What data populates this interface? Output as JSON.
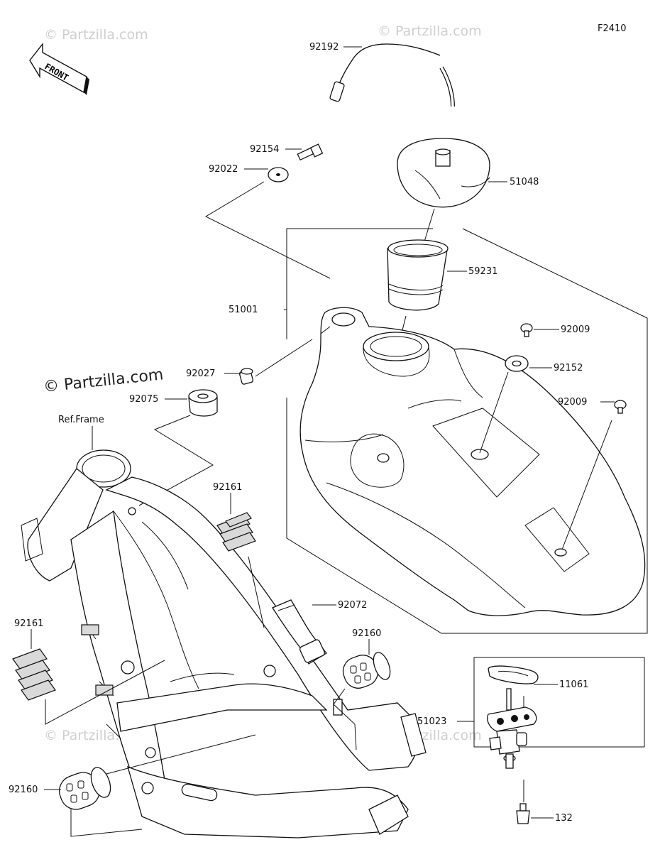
{
  "figure_code": "F2410",
  "front_arrow_label": "FRONT",
  "ref_frame_label": "Ref.Frame",
  "watermark_text": "© Partzilla.com",
  "parts": {
    "p92192": "92192",
    "p92154": "92154",
    "p92022": "92022",
    "p51048": "51048",
    "p59231": "59231",
    "p51001": "51001",
    "p92009a": "92009",
    "p92152": "92152",
    "p92009b": "92009",
    "p92027": "92027",
    "p92075": "92075",
    "p92161a": "92161",
    "p92072": "92072",
    "p92161b": "92161",
    "p92160a": "92160",
    "p11061": "11061",
    "p51023": "51023",
    "p92160b": "92160",
    "p132": "132"
  },
  "colors": {
    "line": "#111111",
    "fill_gray": "#d9d9d9",
    "watermark": "#cfcfcf"
  }
}
